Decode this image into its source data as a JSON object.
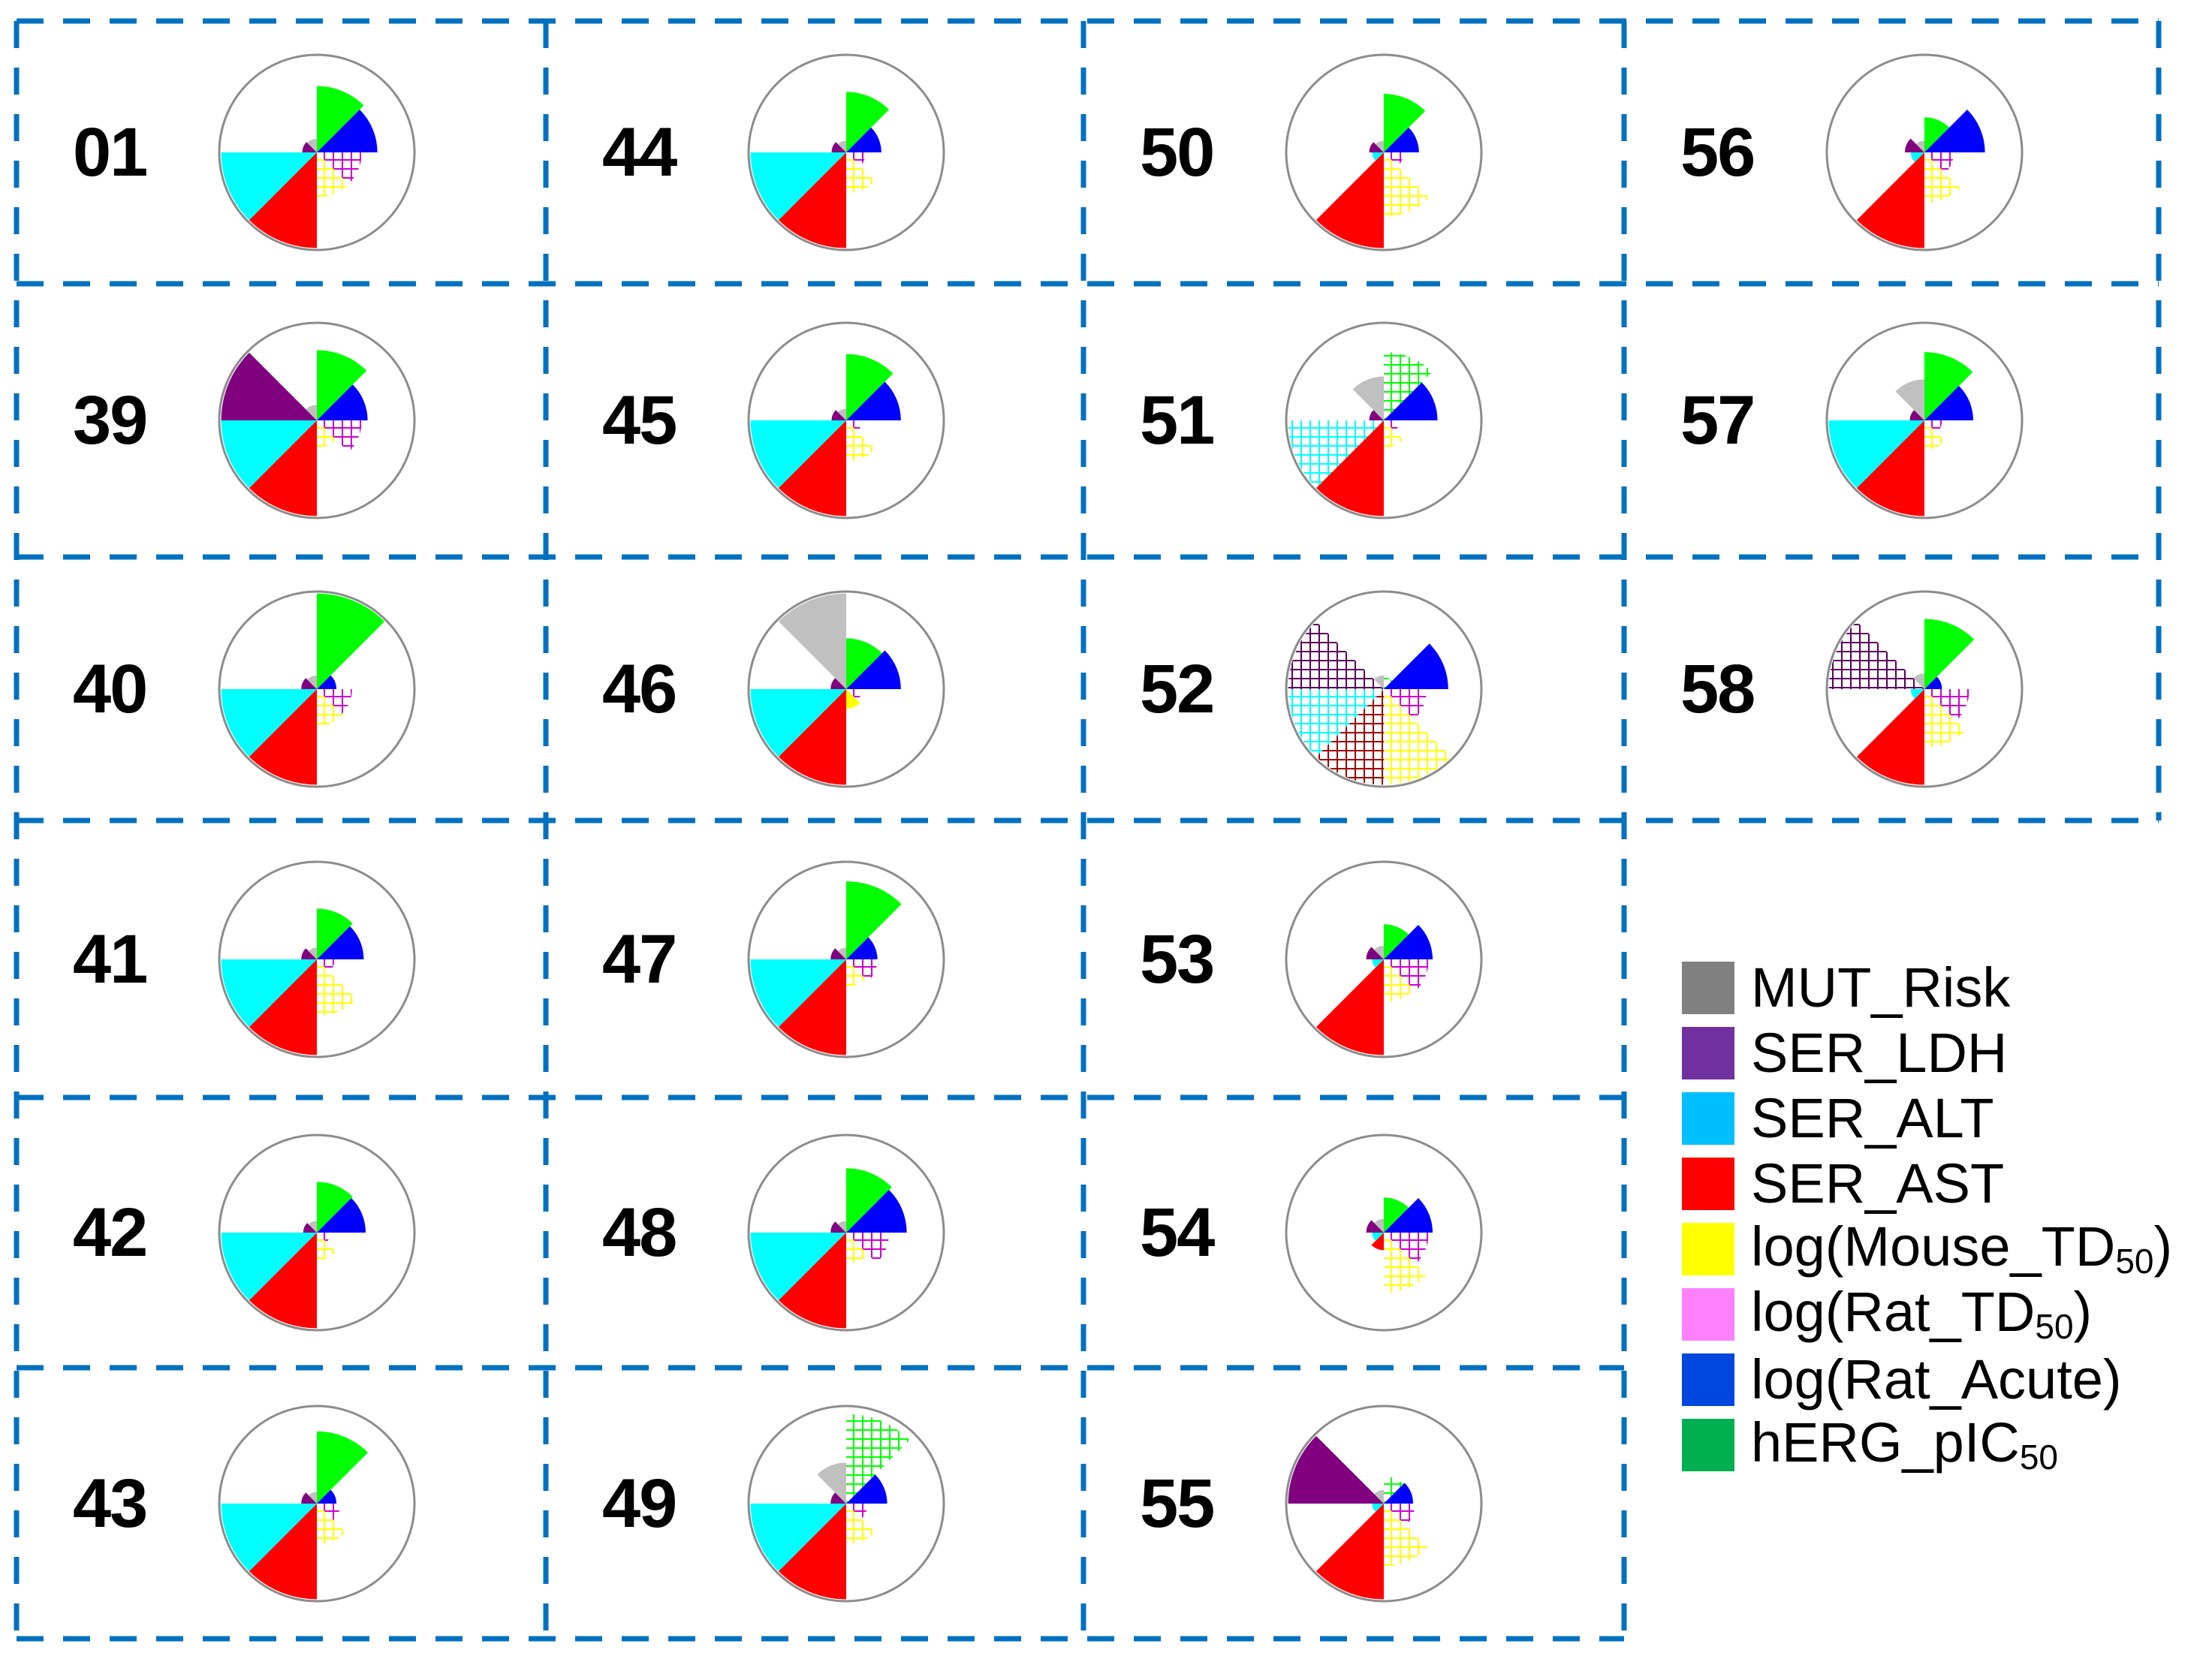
{
  "chart_data": {
    "type": "rose (polar area / nightingale) small-multiples",
    "title": "",
    "sector_order_clockwise_from_top": [
      "hERG_pIC50",
      "log(Rat_Acute)",
      "log(Rat_TD50)",
      "log(Mouse_TD50)",
      "SER_AST",
      "SER_ALT",
      "SER_LDH",
      "MUT_Risk"
    ],
    "value_scale": "radius fraction of outer circle (0-1)",
    "legend": [
      {
        "key": "MUT_Risk",
        "label": "MUT_Risk",
        "sub": "",
        "suffix": "",
        "color": "#808080",
        "sector_color": "#C0C0C0"
      },
      {
        "key": "SER_LDH",
        "label": "SER_LDH",
        "sub": "",
        "suffix": "",
        "color": "#7030A0",
        "sector_color": "#800080"
      },
      {
        "key": "SER_ALT",
        "label": "SER_ALT",
        "sub": "",
        "suffix": "",
        "color": "#00BFFF",
        "sector_color": "#00FFFF"
      },
      {
        "key": "SER_AST",
        "label": "SER_AST",
        "sub": "",
        "suffix": "",
        "color": "#FF0000",
        "sector_color": "#FF0000"
      },
      {
        "key": "Mouse_TD50",
        "label": "log(Mouse_TD",
        "sub": "50",
        "suffix": ")",
        "color": "#FFFF00",
        "sector_color": "#FFFF00"
      },
      {
        "key": "Rat_TD50",
        "label": "log(Rat_TD",
        "sub": "50",
        "suffix": ")",
        "color": "#FF80FF",
        "sector_color": "#CC00CC"
      },
      {
        "key": "Rat_Acute",
        "label": "log(Rat_Acute)",
        "sub": "",
        "suffix": "",
        "color": "#0047E0",
        "sector_color": "#0000FF"
      },
      {
        "key": "hERG",
        "label": "hERG_pIC",
        "sub": "50",
        "suffix": "",
        "color": "#00B050",
        "sector_color": "#00FF00"
      }
    ],
    "compounds": [
      {
        "id": "01",
        "col": 0,
        "row": 0,
        "values": {
          "hERG": 0.68,
          "Rat_Acute": 0.62,
          "Rat_TD50": 0.46,
          "Mouse_TD50": 0.46,
          "SER_AST": 0.98,
          "SER_ALT": 0.98,
          "SER_LDH": 0.15,
          "MUT_Risk": 0.14
        },
        "hatched": [
          "Rat_TD50",
          "Mouse_TD50"
        ]
      },
      {
        "id": "44",
        "col": 1,
        "row": 0,
        "values": {
          "hERG": 0.62,
          "Rat_Acute": 0.36,
          "Rat_TD50": 0.2,
          "Mouse_TD50": 0.42,
          "SER_AST": 0.98,
          "SER_ALT": 0.98,
          "SER_LDH": 0.15,
          "MUT_Risk": 0.12
        },
        "hatched": [
          "Rat_TD50",
          "Mouse_TD50"
        ]
      },
      {
        "id": "50",
        "col": 2,
        "row": 0,
        "values": {
          "hERG": 0.6,
          "Rat_Acute": 0.36,
          "Rat_TD50": 0.2,
          "Mouse_TD50": 0.66,
          "SER_AST": 0.98,
          "SER_ALT": 0.12,
          "SER_LDH": 0.15,
          "MUT_Risk": 0.12
        },
        "hatched": [
          "Rat_TD50",
          "Mouse_TD50"
        ]
      },
      {
        "id": "56",
        "col": 3,
        "row": 0,
        "values": {
          "hERG": 0.36,
          "Rat_Acute": 0.62,
          "Rat_TD50": 0.3,
          "Mouse_TD50": 0.52,
          "SER_AST": 0.98,
          "SER_ALT": 0.14,
          "SER_LDH": 0.2,
          "MUT_Risk": 0.12
        },
        "hatched": [
          "Rat_TD50",
          "Mouse_TD50"
        ]
      },
      {
        "id": "39",
        "col": 0,
        "row": 1,
        "values": {
          "hERG": 0.72,
          "Rat_Acute": 0.52,
          "Rat_TD50": 0.46,
          "Mouse_TD50": 0.28,
          "SER_AST": 0.98,
          "SER_ALT": 0.98,
          "SER_LDH": 0.98,
          "MUT_Risk": 0.16
        },
        "hatched": [
          "Rat_TD50",
          "Mouse_TD50"
        ]
      },
      {
        "id": "45",
        "col": 1,
        "row": 1,
        "values": {
          "hERG": 0.68,
          "Rat_Acute": 0.56,
          "Rat_TD50": 0.16,
          "Mouse_TD50": 0.42,
          "SER_AST": 0.98,
          "SER_ALT": 0.98,
          "SER_LDH": 0.15,
          "MUT_Risk": 0.12
        },
        "hatched": [
          "Rat_TD50",
          "Mouse_TD50"
        ]
      },
      {
        "id": "51",
        "col": 2,
        "row": 1,
        "values": {
          "hERG": 0.7,
          "Rat_Acute": 0.55,
          "Rat_TD50": 0.16,
          "Mouse_TD50": 0.28,
          "SER_AST": 0.98,
          "SER_ALT": 0.98,
          "SER_LDH": 0.15,
          "MUT_Risk": 0.45
        },
        "hatched": [
          "hERG",
          "Rat_TD50",
          "Mouse_TD50",
          "SER_ALT"
        ]
      },
      {
        "id": "57",
        "col": 3,
        "row": 1,
        "values": {
          "hERG": 0.7,
          "Rat_Acute": 0.5,
          "Rat_TD50": 0.18,
          "Mouse_TD50": 0.3,
          "SER_AST": 0.98,
          "SER_ALT": 0.98,
          "SER_LDH": 0.15,
          "MUT_Risk": 0.42
        },
        "hatched": [
          "Rat_TD50",
          "Mouse_TD50"
        ]
      },
      {
        "id": "40",
        "col": 0,
        "row": 2,
        "values": {
          "hERG": 0.98,
          "Rat_Acute": 0.2,
          "Rat_TD50": 0.36,
          "Mouse_TD50": 0.38,
          "SER_AST": 0.98,
          "SER_ALT": 0.98,
          "SER_LDH": 0.16,
          "MUT_Risk": 0.14
        },
        "hatched": [
          "Rat_TD50",
          "Mouse_TD50"
        ]
      },
      {
        "id": "46",
        "col": 1,
        "row": 2,
        "values": {
          "hERG": 0.52,
          "Rat_Acute": 0.56,
          "Rat_TD50": 0.16,
          "Mouse_TD50": 0.2,
          "SER_AST": 0.98,
          "SER_ALT": 0.98,
          "SER_LDH": 0.16,
          "MUT_Risk": 0.98
        },
        "hatched": [
          "Rat_TD50"
        ]
      },
      {
        "id": "52",
        "col": 2,
        "row": 2,
        "values": {
          "hERG": 0.12,
          "Rat_Acute": 0.66,
          "Rat_TD50": 0.44,
          "Mouse_TD50": 0.98,
          "SER_AST": 0.98,
          "SER_ALT": 0.98,
          "SER_LDH": 0.98,
          "MUT_Risk": 0.14
        },
        "hatched": [
          "hERG",
          "Rat_TD50",
          "Mouse_TD50",
          "SER_AST",
          "SER_ALT",
          "SER_LDH"
        ]
      },
      {
        "id": "58",
        "col": 3,
        "row": 2,
        "values": {
          "hERG": 0.72,
          "Rat_Acute": 0.18,
          "Rat_TD50": 0.46,
          "Mouse_TD50": 0.6,
          "SER_AST": 0.98,
          "SER_ALT": 0.14,
          "SER_LDH": 0.98,
          "MUT_Risk": 0.16
        },
        "hatched": [
          "Rat_TD50",
          "Mouse_TD50",
          "SER_LDH"
        ]
      },
      {
        "id": "41",
        "col": 0,
        "row": 3,
        "values": {
          "hERG": 0.52,
          "Rat_Acute": 0.48,
          "Rat_TD50": 0.18,
          "Mouse_TD50": 0.58,
          "SER_AST": 0.98,
          "SER_ALT": 0.98,
          "SER_LDH": 0.16,
          "MUT_Risk": 0.12
        },
        "hatched": [
          "Rat_TD50",
          "Mouse_TD50"
        ]
      },
      {
        "id": "47",
        "col": 1,
        "row": 3,
        "values": {
          "hERG": 0.8,
          "Rat_Acute": 0.32,
          "Rat_TD50": 0.32,
          "Mouse_TD50": 0.28,
          "SER_AST": 0.98,
          "SER_ALT": 0.98,
          "SER_LDH": 0.16,
          "MUT_Risk": 0.12
        },
        "hatched": [
          "Rat_TD50",
          "Mouse_TD50"
        ]
      },
      {
        "id": "53",
        "col": 2,
        "row": 3,
        "values": {
          "hERG": 0.36,
          "Rat_Acute": 0.5,
          "Rat_TD50": 0.46,
          "Mouse_TD50": 0.44,
          "SER_AST": 0.98,
          "SER_ALT": 0.12,
          "SER_LDH": 0.18,
          "MUT_Risk": 0.14
        },
        "hatched": [
          "Rat_TD50",
          "Mouse_TD50"
        ]
      },
      {
        "id": "42",
        "col": 0,
        "row": 4,
        "values": {
          "hERG": 0.52,
          "Rat_Acute": 0.5,
          "Rat_TD50": 0.14,
          "Mouse_TD50": 0.28,
          "SER_AST": 0.98,
          "SER_ALT": 0.98,
          "SER_LDH": 0.14,
          "MUT_Risk": 0.12
        },
        "hatched": [
          "Rat_TD50",
          "Mouse_TD50"
        ]
      },
      {
        "id": "48",
        "col": 1,
        "row": 4,
        "values": {
          "hERG": 0.66,
          "Rat_Acute": 0.62,
          "Rat_TD50": 0.44,
          "Mouse_TD50": 0.32,
          "SER_AST": 0.98,
          "SER_ALT": 0.98,
          "SER_LDH": 0.16,
          "MUT_Risk": 0.12
        },
        "hatched": [
          "Rat_TD50",
          "Mouse_TD50"
        ]
      },
      {
        "id": "54",
        "col": 2,
        "row": 4,
        "values": {
          "hERG": 0.36,
          "Rat_Acute": 0.5,
          "Rat_TD50": 0.46,
          "Mouse_TD50": 0.62,
          "SER_AST": 0.18,
          "SER_ALT": 0.12,
          "SER_LDH": 0.18,
          "MUT_Risk": 0.14
        },
        "hatched": [
          "Rat_TD50",
          "Mouse_TD50"
        ]
      },
      {
        "id": "43",
        "col": 0,
        "row": 5,
        "values": {
          "hERG": 0.74,
          "Rat_Acute": 0.2,
          "Rat_TD50": 0.24,
          "Mouse_TD50": 0.42,
          "SER_AST": 0.98,
          "SER_ALT": 0.98,
          "SER_LDH": 0.16,
          "MUT_Risk": 0.12
        },
        "hatched": [
          "Rat_TD50",
          "Mouse_TD50"
        ]
      },
      {
        "id": "49",
        "col": 1,
        "row": 5,
        "values": {
          "hERG": 0.92,
          "Rat_Acute": 0.42,
          "Rat_TD50": 0.22,
          "Mouse_TD50": 0.42,
          "SER_AST": 0.98,
          "SER_ALT": 0.98,
          "SER_LDH": 0.16,
          "MUT_Risk": 0.42
        },
        "hatched": [
          "hERG",
          "Rat_TD50",
          "Mouse_TD50"
        ]
      },
      {
        "id": "55",
        "col": 2,
        "row": 5,
        "values": {
          "hERG": 0.28,
          "Rat_Acute": 0.3,
          "Rat_TD50": 0.32,
          "Mouse_TD50": 0.64,
          "SER_AST": 0.98,
          "SER_ALT": 0.12,
          "SER_LDH": 0.98,
          "MUT_Risk": 0.14
        },
        "hatched": [
          "hERG",
          "Rat_TD50",
          "Mouse_TD50"
        ]
      }
    ],
    "layout": {
      "columns": 4,
      "rows": 6,
      "legend_position": "bottom-right",
      "border": "dashed",
      "border_color": "#0070C0"
    }
  }
}
